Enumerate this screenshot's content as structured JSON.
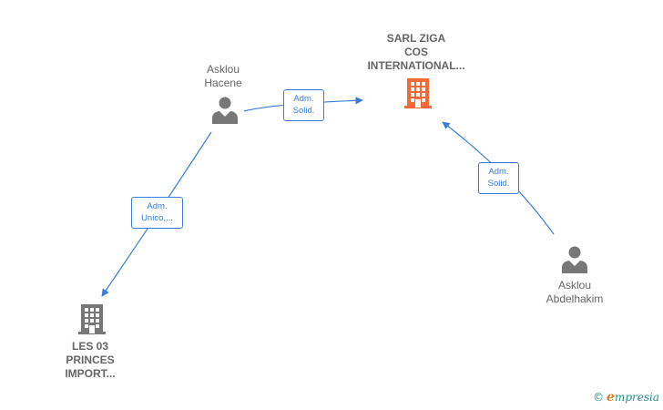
{
  "nodes": {
    "sarl_ziga": {
      "lines": [
        "SARL ZIGA",
        "COS",
        "INTERNATIONAL..."
      ],
      "type": "company",
      "color": "#f26b38"
    },
    "asklou_hacene": {
      "lines": [
        "Asklou",
        "Hacene"
      ],
      "type": "person",
      "color": "#777777"
    },
    "asklou_abdelhakim": {
      "lines": [
        "Asklou",
        "Abdelhakim"
      ],
      "type": "person",
      "color": "#777777"
    },
    "les_03_princes": {
      "lines": [
        "LES 03",
        "PRINCES",
        "IMPORT..."
      ],
      "type": "company",
      "color": "#777777"
    }
  },
  "edges": {
    "hacene_to_ziga": {
      "lines": [
        "Adm.",
        "Solid."
      ]
    },
    "abdelhakim_to_ziga": {
      "lines": [
        "Adm.",
        "Solid."
      ]
    },
    "hacene_to_princes": {
      "lines": [
        "Adm.",
        "Unico,..."
      ]
    }
  },
  "colors": {
    "edge": "#3b7dd8"
  },
  "icons": {
    "company": "building-icon",
    "person": "person-icon"
  },
  "brand": {
    "copyright": "©",
    "initial": "e",
    "rest": "mpresia"
  }
}
